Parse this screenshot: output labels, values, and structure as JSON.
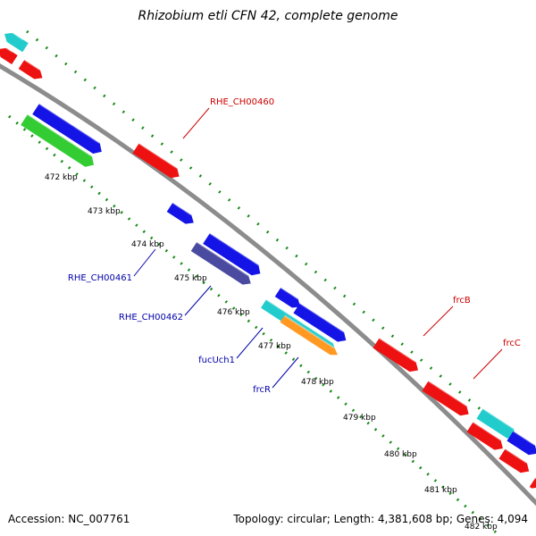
{
  "title": "Rhizobium etli CFN 42, complete genome",
  "footer": {
    "accession": "Accession: NC_007761",
    "summary": "Topology: circular; Length: 4,381,608 bp; Genes: 4,094"
  },
  "colors": {
    "backbone": "#8c8c8c",
    "tick": "#1a8a1a",
    "red": "#ee1111",
    "blue": "#1414e6",
    "green": "#33cc33",
    "cyan": "#22cccc",
    "slate": "#4a4aa0",
    "orange": "#ff9922",
    "label_red": "#cc0000",
    "label_blue": "#0000aa"
  },
  "scale_labels": [
    "472 kbp",
    "473 kbp",
    "474 kbp",
    "475 kbp",
    "476 kbp",
    "477 kbp",
    "478 kbp",
    "479 kbp",
    "480 kbp",
    "481 kbp",
    "482 kbp"
  ],
  "gene_labels": [
    {
      "text": "RHE_CH00460",
      "color": "red"
    },
    {
      "text": "RHE_CH00461",
      "color": "blue"
    },
    {
      "text": "RHE_CH00462",
      "color": "blue"
    },
    {
      "text": "fucUch1",
      "color": "blue"
    },
    {
      "text": "frcR",
      "color": "blue"
    },
    {
      "text": "frcB",
      "color": "red"
    },
    {
      "text": "frcC",
      "color": "red"
    }
  ],
  "features": [
    {
      "color": "cyan",
      "strand": "reverse"
    },
    {
      "color": "red",
      "strand": "reverse"
    },
    {
      "color": "red",
      "strand": "forward"
    },
    {
      "color": "blue",
      "strand": "forward"
    },
    {
      "color": "green",
      "strand": "forward"
    },
    {
      "color": "red",
      "strand": "forward"
    },
    {
      "color": "blue",
      "strand": "forward"
    },
    {
      "color": "blue",
      "strand": "forward"
    },
    {
      "color": "slate",
      "strand": "forward"
    },
    {
      "color": "blue",
      "strand": "forward"
    },
    {
      "color": "blue",
      "strand": "forward"
    },
    {
      "color": "cyan",
      "strand": "forward"
    },
    {
      "color": "orange",
      "strand": "forward"
    },
    {
      "color": "red",
      "strand": "forward"
    },
    {
      "color": "red",
      "strand": "forward"
    },
    {
      "color": "cyan",
      "strand": "forward"
    },
    {
      "color": "red",
      "strand": "forward"
    },
    {
      "color": "blue",
      "strand": "forward"
    },
    {
      "color": "red",
      "strand": "forward"
    },
    {
      "color": "red",
      "strand": "forward"
    }
  ]
}
